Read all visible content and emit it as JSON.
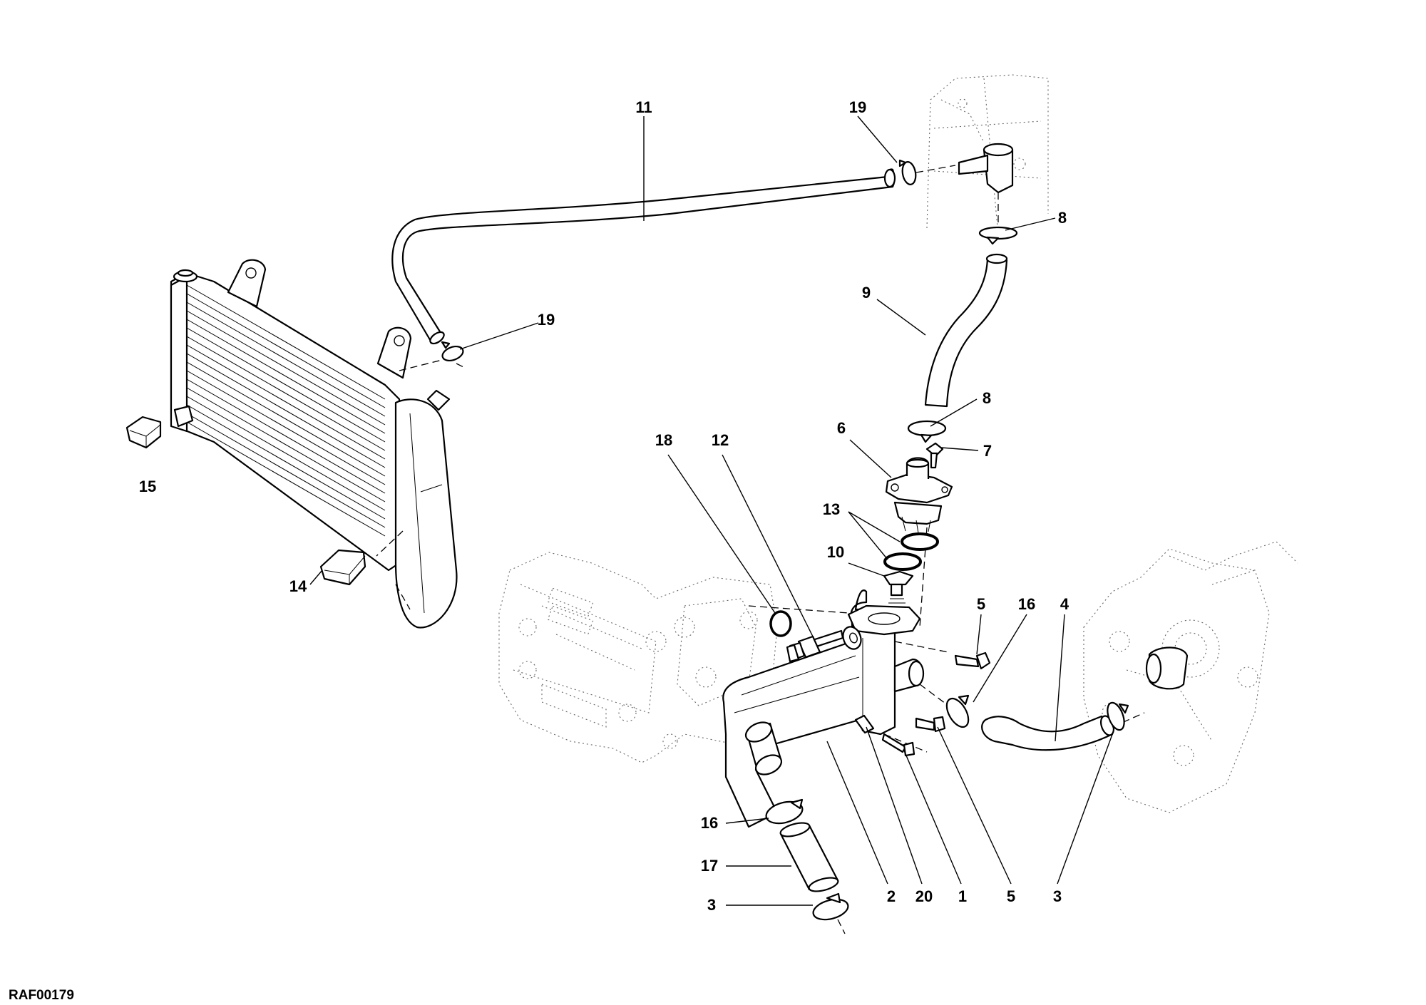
{
  "diagram": {
    "reference_code": "RAF00179",
    "callouts": {
      "c11": "11",
      "c19a": "19",
      "c19b": "19",
      "c8a": "8",
      "c8b": "8",
      "c9": "9",
      "c6": "6",
      "c7": "7",
      "c13": "13",
      "c10": "10",
      "c18": "18",
      "c12": "12",
      "c15": "15",
      "c14": "14",
      "c5a": "5",
      "c5b": "5",
      "c16a": "16",
      "c16b": "16",
      "c4": "4",
      "c17": "17",
      "c3a": "3",
      "c3b": "3",
      "c2": "2",
      "c20": "20",
      "c1": "1"
    }
  }
}
